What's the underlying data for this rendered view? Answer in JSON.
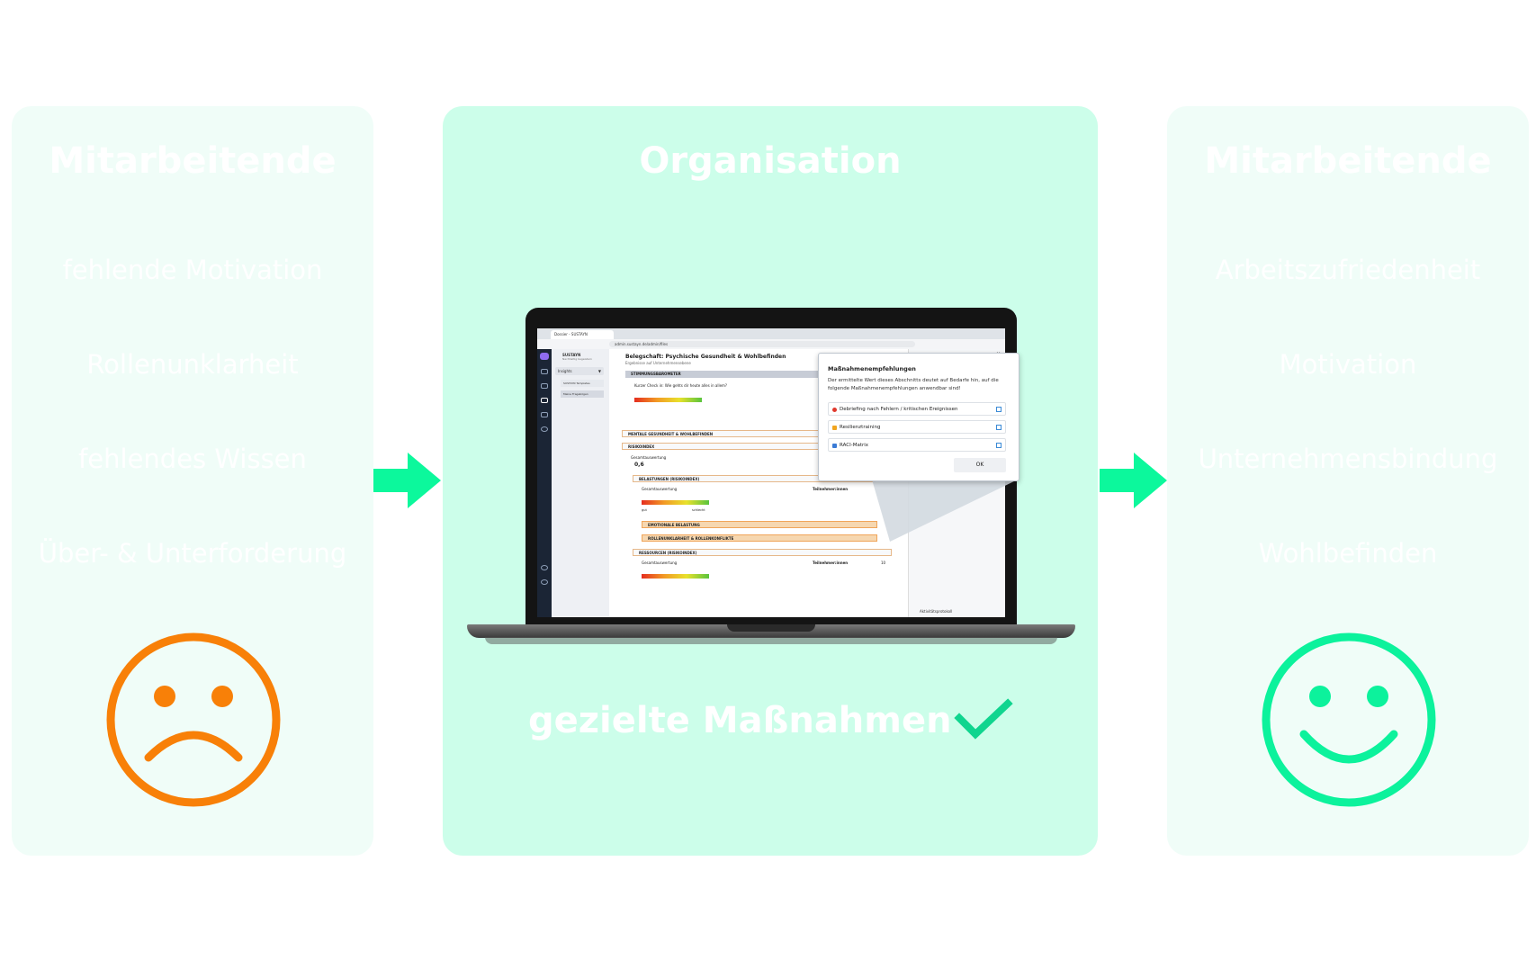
{
  "left_panel": {
    "title": "Mitarbeitende",
    "items": [
      "fehlende Motivation",
      "Rollenunklarheit",
      "fehlendes Wissen",
      "Über- & Unterforderung"
    ],
    "face": "sad-face-icon",
    "face_color": "#f88008"
  },
  "middle_panel": {
    "title": "Organisation",
    "caption": "gezielte Maßnahmen",
    "check_icon": "checkmark-icon",
    "check_color": "#10d58f"
  },
  "right_panel": {
    "title": "Mitarbeitende",
    "items": [
      "Arbeitszufriedenheit",
      "Motivation",
      "Unternehmensbindung",
      "Wohlbefinden"
    ],
    "face": "happy-face-icon",
    "face_color": "#0cf29c"
  },
  "arrow_color": "#0cf89c",
  "laptop_screen": {
    "tab_title": "Dossier - SUSTAYN",
    "url": "admin.sustayn.de/admin/files",
    "sidebar": {
      "brand": "SUSTAYN",
      "brand_sub": "Nachhaltig begeistern",
      "dropdown": "Insights",
      "items": [
        "SUSTAYN Templates",
        "Meine Fragebögen"
      ]
    },
    "page_title": "Belegschaft: Psychische Gesundheit & Wohlbefinden",
    "page_subtitle": "Ergebnisse auf Unternehmensebene",
    "sections": {
      "stimmung": "STIMMUNGSBAROMETER",
      "stimmung_question": "Kurzer Check in: Wie gehts dir heute alles in allem?",
      "mental": "MENTALE GESUNDHEIT & WOHLBEFINDEN",
      "risiko": "RISIKOINDEX",
      "gesamt1": "Gesamtauswertung",
      "gesamt_value": "0,6",
      "belastungen": "BELASTUNGEN (RISIKOINDEX)",
      "gesamt2": "Gesamtauswertung",
      "gut": "gut",
      "schlecht": "schlecht",
      "teilnehmer": "Teilnehmer:innen",
      "emotional": "EMOTIONALE BELASTUNG",
      "rollen": "ROLLENUNKLARHEIT & ROLLENKONFLIKTE",
      "ressourcen": "RESSOURCEN (RISIKOINDEX)",
      "gesamt3": "Gesamtauswertung",
      "teilnehmer2": "Teilnehmer:innen",
      "teilnehmer2_value": "10"
    },
    "right_panel": {
      "header": "Information",
      "footer": "Aktivitätsprotokoll"
    },
    "popup": {
      "title": "Maßnahmenempfehlungen",
      "text": "Der ermittelte Wert dieses Abschnitts deutet auf Bedarfe hin, auf die folgende Maßnahmenempfehlungen anwendbar sind!",
      "items": [
        "Debriefing nach Fehlern / kritischen Ereignissen",
        "Resilienztraining",
        "RACI-Matrix"
      ],
      "ok": "OK"
    }
  }
}
